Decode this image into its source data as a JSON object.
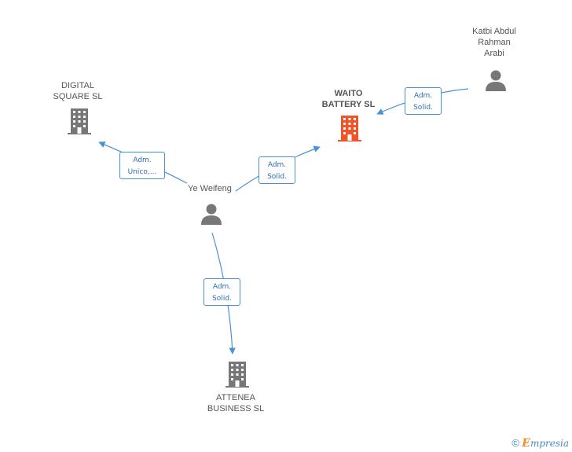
{
  "nodes": {
    "katbi": {
      "label": "Katbi Abdul\nRahman\nArabi",
      "kind": "person"
    },
    "digital": {
      "label": "DIGITAL\nSQUARE SL",
      "kind": "company"
    },
    "waito": {
      "label": "WAITO\nBATTERY SL",
      "kind": "company-focus"
    },
    "ye": {
      "label": "Ye Weifeng",
      "kind": "person"
    },
    "attenea": {
      "label": "ATTENEA\nBUSINESS SL",
      "kind": "company"
    }
  },
  "edges": {
    "katbi_waito": {
      "line1": "Adm.",
      "line2": "Solid."
    },
    "ye_digital": {
      "line1": "Adm.",
      "line2": "Unico,..."
    },
    "ye_waito": {
      "line1": "Adm.",
      "line2": "Solid."
    },
    "ye_attenea": {
      "line1": "Adm.",
      "line2": "Solid."
    }
  },
  "footer": {
    "copyright": "©",
    "brand_initial": "E",
    "brand_rest": "mpresia"
  },
  "colors": {
    "edge": "#4a90d9",
    "icon": "#777777",
    "focus_icon": "#f0552a"
  }
}
